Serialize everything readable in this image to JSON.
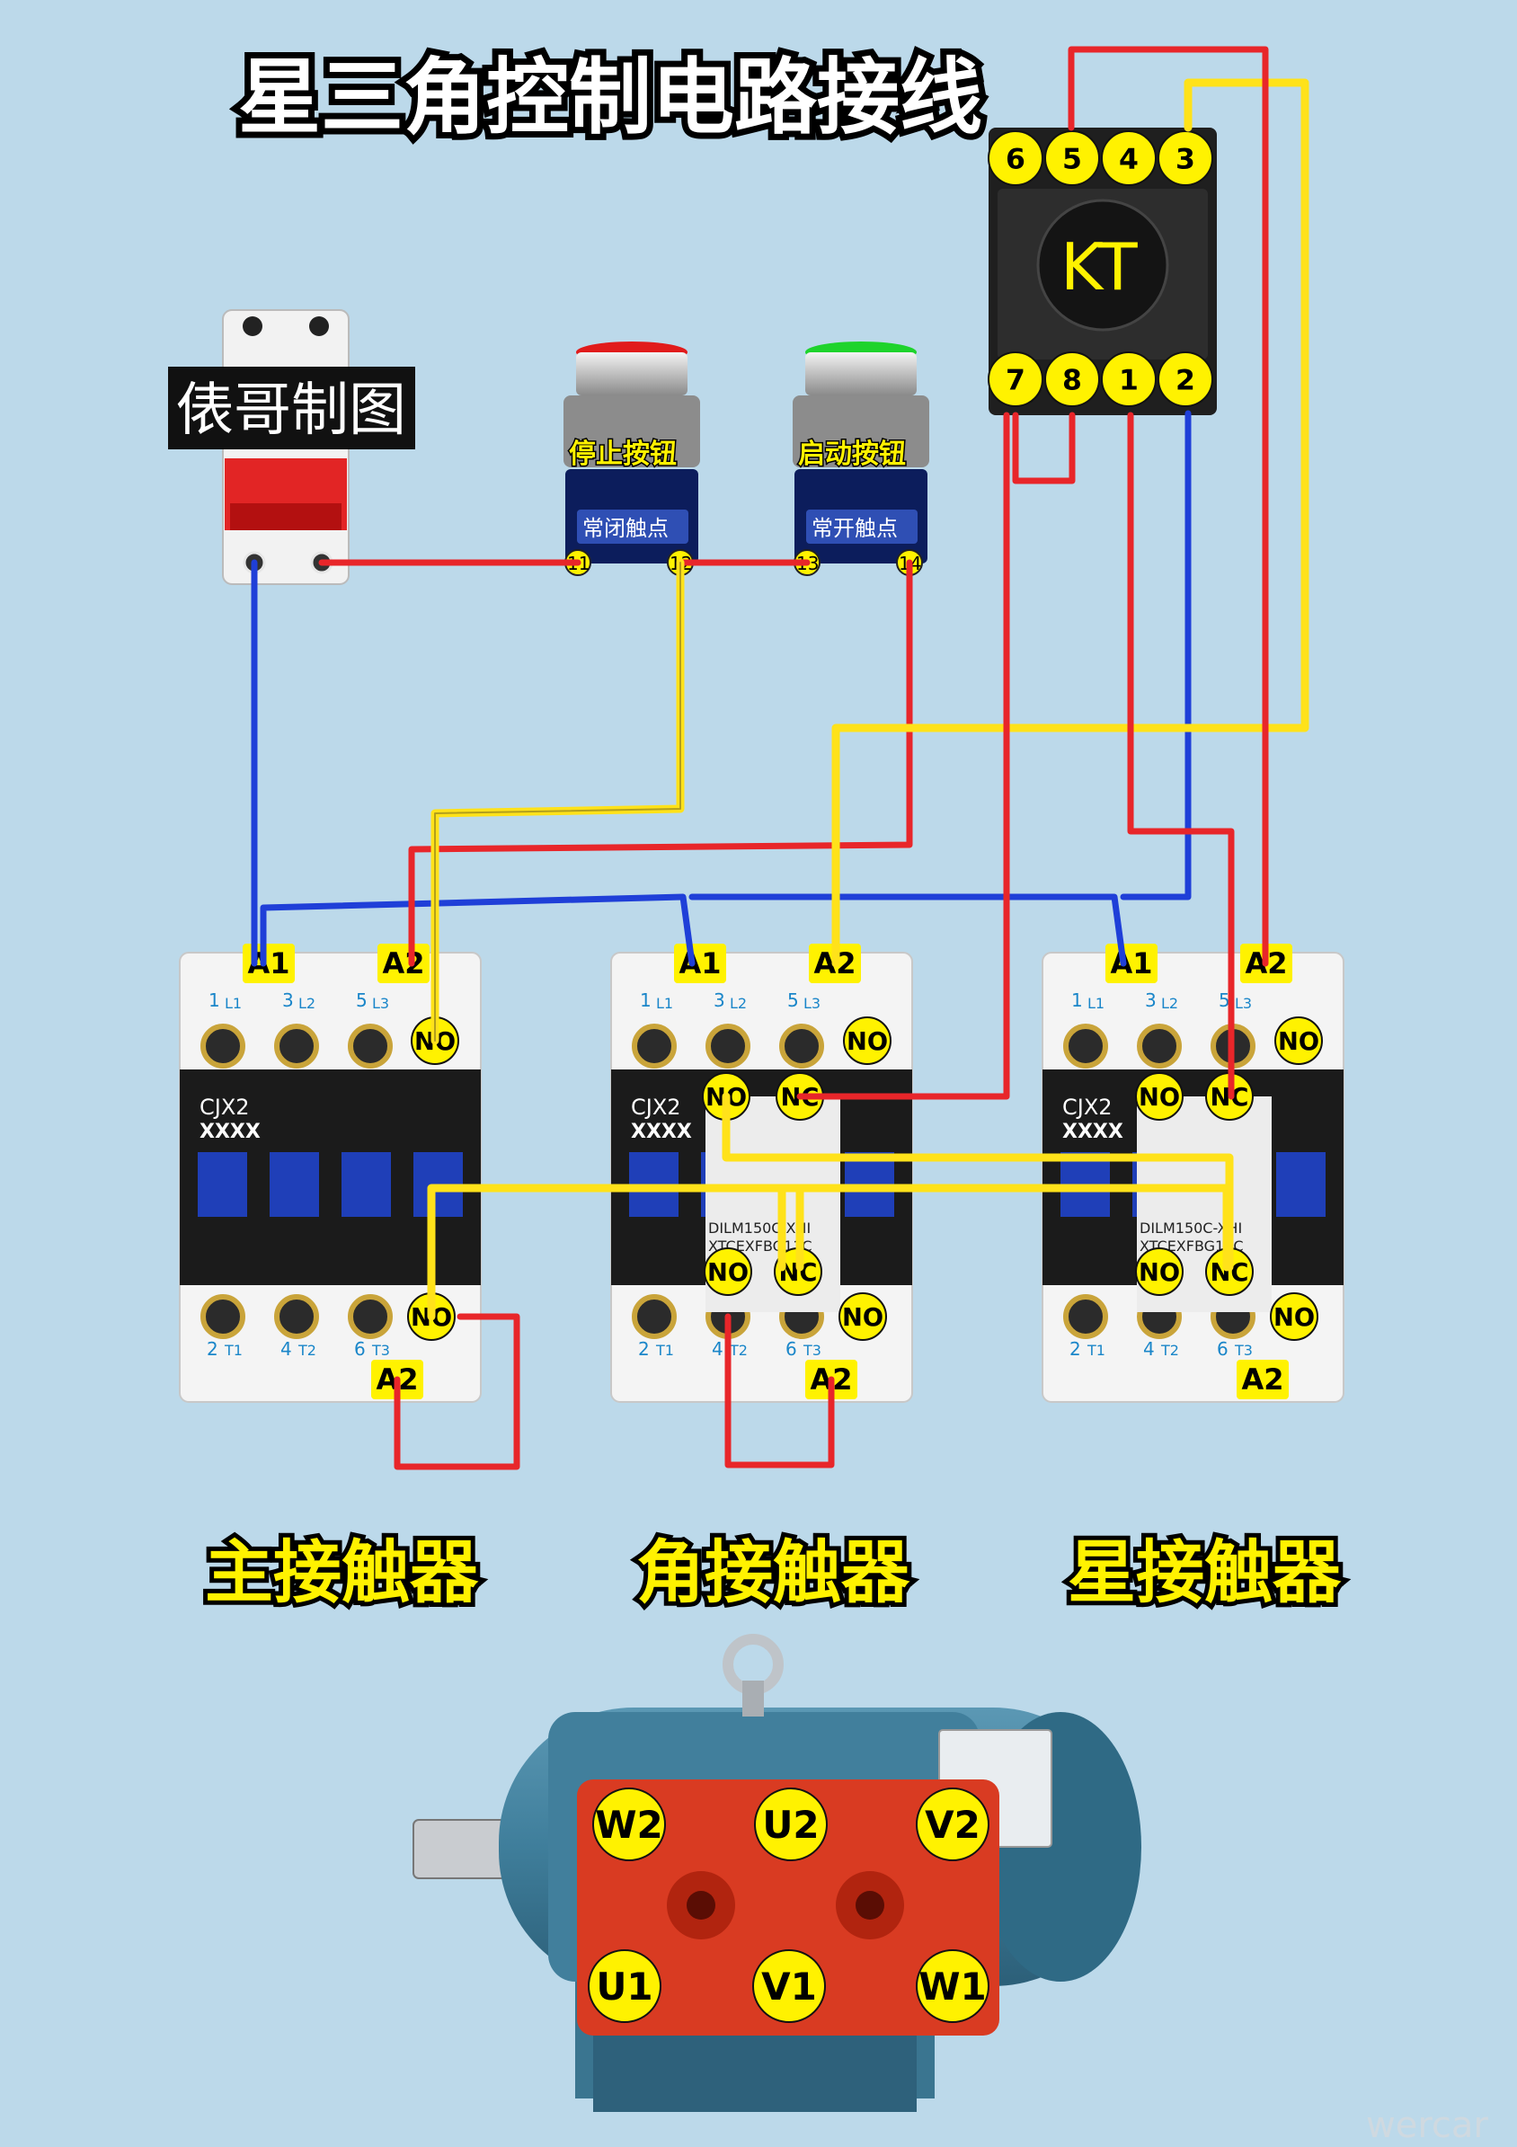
{
  "title": "星三角控制电路接线",
  "credit": "俵哥制图",
  "watermark": "wercar",
  "timer": {
    "label": "KT",
    "top_pins": [
      "6",
      "5",
      "4",
      "3"
    ],
    "bottom_pins": [
      "7",
      "8",
      "1",
      "2"
    ]
  },
  "stop_button": {
    "label": "停止按钮",
    "contact_type": "常闭触点",
    "terminals": [
      "11",
      "12"
    ]
  },
  "start_button": {
    "label": "启动按钮",
    "contact_type": "常开触点",
    "terminals": [
      "13",
      "14"
    ]
  },
  "contactors": [
    {
      "name": "主接触器",
      "coil_labels": [
        "A1",
        "A2"
      ],
      "model": "CJX2",
      "model_sub": "XXXX",
      "top_contacts": [
        "1 L1",
        "3 L2",
        "5 L3"
      ],
      "bottom_contacts": [
        "2 T1",
        "4 T2",
        "6 T3"
      ],
      "aux_tags": [
        "NO",
        "NO",
        "A2"
      ]
    },
    {
      "name": "角接触器",
      "coil_labels": [
        "A1",
        "A2"
      ],
      "model": "CJX2",
      "model_sub": "XXXX",
      "aux_model": "DILM150C-XHI",
      "aux_model_sub": "XTCEXFBG11C",
      "top_contacts": [
        "1 L1",
        "3 L2",
        "5 L3"
      ],
      "bottom_contacts": [
        "2 T1",
        "4 T2",
        "6 T3"
      ],
      "aux_tags": [
        "NO",
        "NO",
        "NC",
        "NO",
        "NC",
        "NO",
        "A2"
      ]
    },
    {
      "name": "星接触器",
      "coil_labels": [
        "A1",
        "A2"
      ],
      "model": "CJX2",
      "model_sub": "XXXX",
      "aux_model": "DILM150C-XHI",
      "aux_model_sub": "XTCEXFBG11C",
      "top_contacts": [
        "1 L1",
        "3 L2",
        "5 L3"
      ],
      "bottom_contacts": [
        "2 T1",
        "4 T2",
        "6 T3"
      ],
      "aux_tags": [
        "NO",
        "NO",
        "NC",
        "NO",
        "NC",
        "NO",
        "A2"
      ]
    }
  ],
  "motor": {
    "terminals_top": [
      "W2",
      "U2",
      "V2"
    ],
    "terminals_bottom": [
      "U1",
      "V1",
      "W1"
    ]
  },
  "colors": {
    "background": "#bcd9ea",
    "wire_red": "#e8262a",
    "wire_blue": "#1f3fd8",
    "wire_yellow": "#ffe21a",
    "label_yellow": "#fff200",
    "motor_body": "#3f7e9b",
    "terminal_box": "#d93b22"
  }
}
